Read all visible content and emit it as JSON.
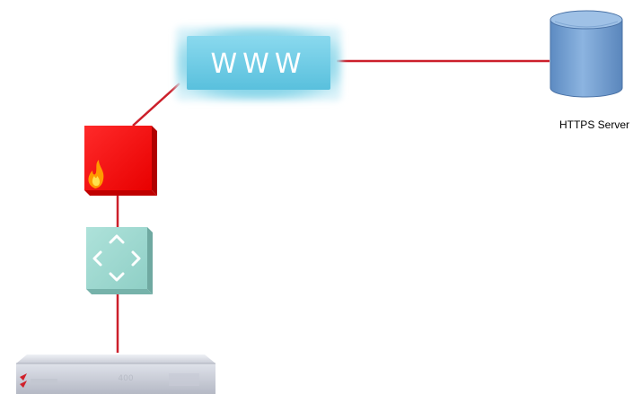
{
  "internet": {
    "label": "WWW"
  },
  "server": {
    "label": "HTTPS Server"
  },
  "device": {
    "model": "400"
  },
  "colors": {
    "link": "#cc1f2a",
    "firewall": "#ff0000",
    "internet_cloud": "#7fd2e6",
    "switch": "#9ed8d0",
    "server": "#7aa6d6"
  },
  "icons": {
    "firewall": "flame-icon",
    "switch": "arrows-icon",
    "server": "database-cylinder-icon"
  }
}
